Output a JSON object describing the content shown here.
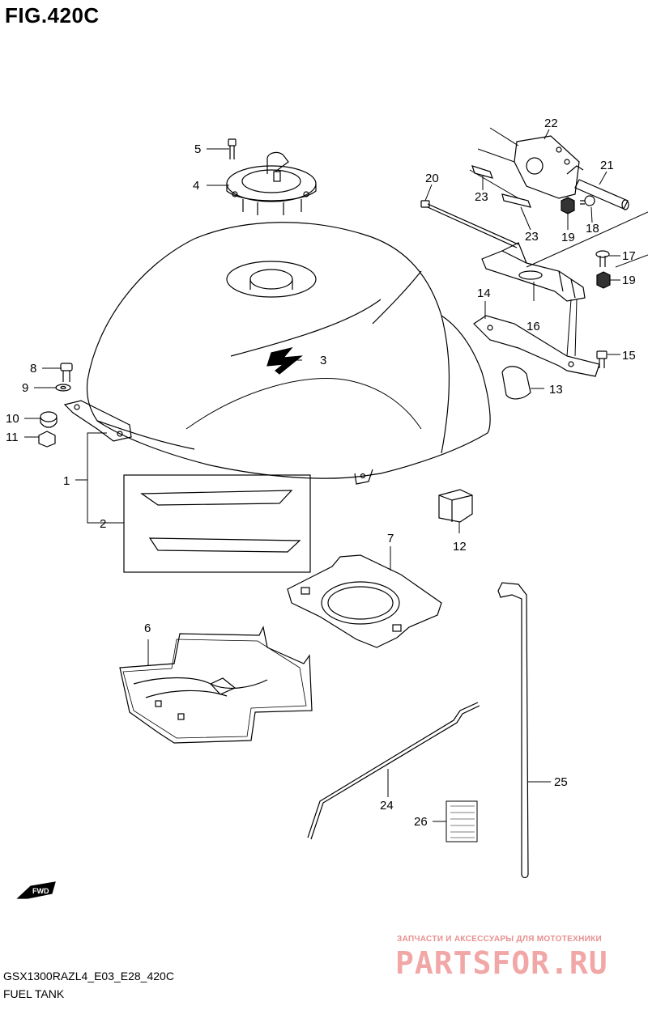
{
  "figure": {
    "title": "FIG.420C",
    "model_code": "GSX1300RAZL4_E03_E28_420C",
    "name": "FUEL TANK"
  },
  "callouts": [
    "1",
    "2",
    "3",
    "4",
    "5",
    "6",
    "7",
    "8",
    "9",
    "10",
    "11",
    "12",
    "13",
    "14",
    "15",
    "16",
    "17",
    "18",
    "19",
    "19",
    "20",
    "21",
    "22",
    "23",
    "23",
    "24",
    "25",
    "26"
  ],
  "direction_badge": "FWD",
  "watermark": {
    "line": "ЗАПЧАСТИ И АКСЕССУАРЫ ДЛЯ МОТОТЕХНИКИ",
    "logo": "PARTSFOR.RU"
  }
}
